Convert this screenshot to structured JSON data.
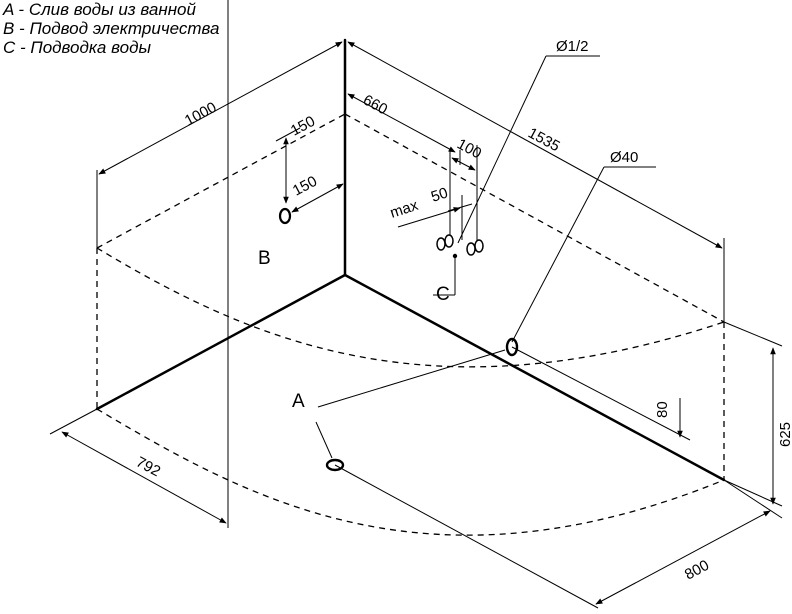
{
  "legend": [
    "A - Слив воды из ванной",
    "B - Подвод электричества",
    "C - Подводка воды"
  ],
  "dimensions": {
    "width_back_left": "1000",
    "width_back_right": "1535",
    "depth_left": "792",
    "depth_right": "800",
    "height": "625",
    "offset_660": "660",
    "pipe_gap": "100",
    "pipe_max": "max",
    "pipe_max_value": "50",
    "elec_top": "150",
    "elec_side": "150",
    "drain_height": "80",
    "pipe_diameter": "Ø1/2",
    "drain_diameter": "Ø40"
  },
  "labels": {
    "a": "A",
    "b": "B",
    "c": "C"
  }
}
